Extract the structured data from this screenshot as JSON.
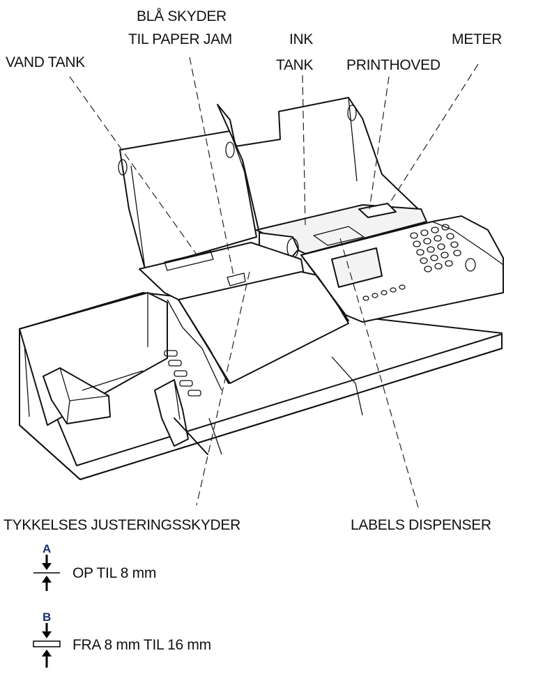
{
  "labels": {
    "vand_tank": "VAND TANK",
    "blaa_skyder_1": "BLÅ SKYDER",
    "blaa_skyder_2": "TIL PAPER JAM",
    "ink_1": "INK",
    "ink_2": "TANK",
    "printhoved": "PRINTHOVED",
    "meter": "METER",
    "tykkelses": "TYKKELSES JUSTERINGSSKYDER",
    "labels_dispenser": "LABELS DISPENSER"
  },
  "legend": [
    {
      "letter": "A",
      "text": "OP TIL 8 mm"
    },
    {
      "letter": "B",
      "text": "FRA 8 mm TIL 16 mm"
    }
  ]
}
